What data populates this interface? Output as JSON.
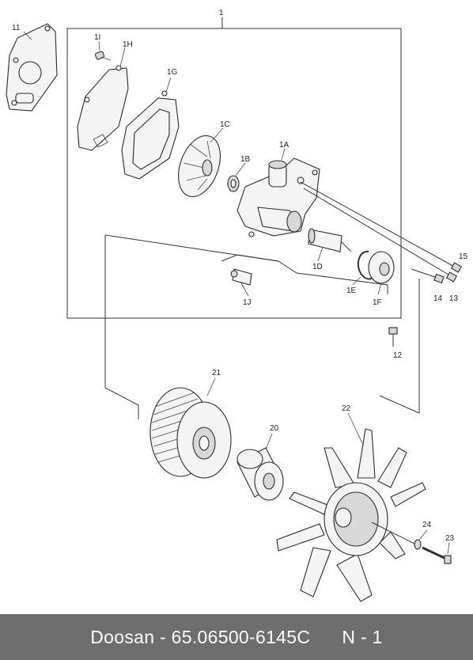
{
  "labels": {
    "l1": "1",
    "l1a": "1A",
    "l1b": "1B",
    "l1c": "1C",
    "l1d": "1D",
    "l1e": "1E",
    "l1f": "1F",
    "l1g": "1G",
    "l1h": "1H",
    "l1i": "1I",
    "l1j": "1J",
    "l11": "11",
    "l12": "12",
    "l13": "13",
    "l14": "14",
    "l15": "15",
    "l20": "20",
    "l21": "21",
    "l22": "22",
    "l23": "23",
    "l24": "24"
  },
  "footer": {
    "text": "Doosan - 65.06500-6145C      N - 1"
  },
  "colors": {
    "footer_bg": "#6e6e6e",
    "footer_text": "#ffffff",
    "line": "#333333",
    "background": "#ffffff"
  }
}
